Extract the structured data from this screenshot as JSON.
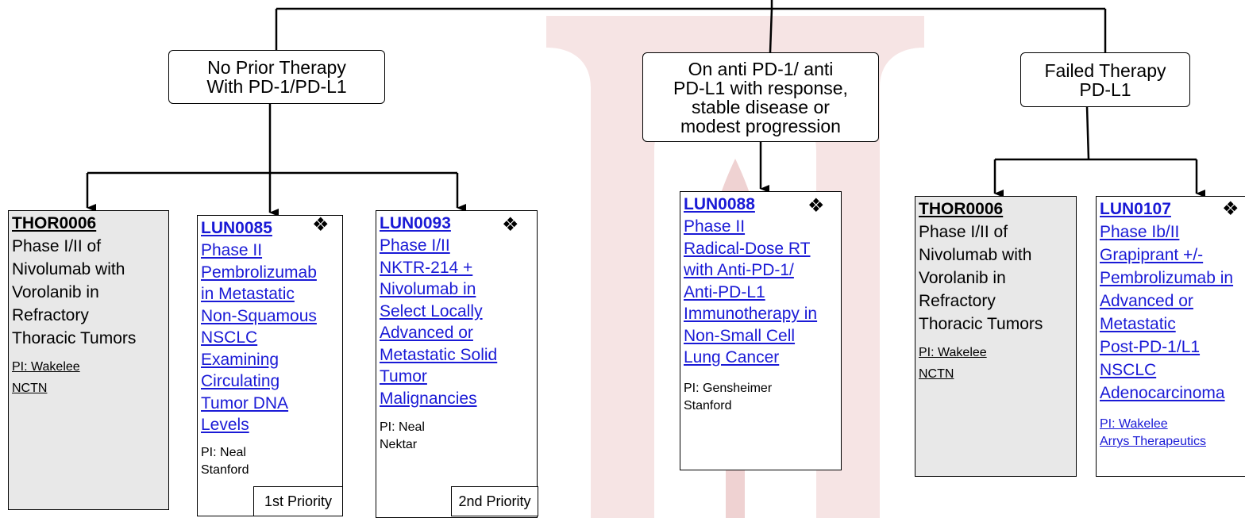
{
  "colors": {
    "link": "#1a1ad6",
    "gray_card": "#e8e8e8",
    "watermark": "#f3dede"
  },
  "branches": [
    {
      "label": "No Prior Therapy\nWith PD-1/PD-L1"
    },
    {
      "label": "On anti PD-1/ anti\nPD-L1 with response,\nstable disease or\nmodest progression"
    },
    {
      "label": "Failed Therapy\nPD-L1"
    }
  ],
  "trials": [
    {
      "id": "THOR0006",
      "title": "Phase I/II of\nNivolumab with\nVorolanib in\nRefractory\nThoracic Tumors",
      "pi": "PI: Wakelee",
      "sponsor": "NCTN"
    },
    {
      "id": "LUN0085",
      "title": "Phase II\nPembrolizumab\nin Metastatic\nNon-Squamous\nNSCLC\nExamining\nCirculating\nTumor DNA\nLevels",
      "pi": "PI: Neal\nStanford",
      "marker_icon": "diamond-suit-icon",
      "priority": "1st Priority"
    },
    {
      "id": "LUN0093",
      "title": "Phase I/II\nNKTR-214 +\nNivolumab in\nSelect Locally\nAdvanced or\nMetastatic Solid\nTumor\nMalignancies",
      "pi": "PI: Neal\nNektar",
      "marker_icon": "diamond-suit-icon",
      "priority": "2nd Priority"
    },
    {
      "id": "LUN0088",
      "title": "Phase II\nRadical-Dose RT\nwith Anti-PD-1/\nAnti-PD-L1\nImmunotherapy in\nNon-Small Cell\nLung Cancer",
      "pi": "PI: Gensheimer\nStanford",
      "marker_icon": "diamond-suit-icon"
    },
    {
      "id": "THOR0006",
      "title": "Phase I/II of\nNivolumab with\nVorolanib in\nRefractory\nThoracic Tumors",
      "pi": "PI: Wakelee",
      "sponsor": "NCTN"
    },
    {
      "id": "LUN0107",
      "title": "Phase Ib/II\nGrapiprant +/-\nPembrolizumab in\nAdvanced or\nMetastatic\nPost-PD-1/L1\nNSCLC\nAdenocarcinoma",
      "pi": "PI: Wakelee",
      "sponsor": "Arrys Therapeutics",
      "marker_icon": "diamond-suit-icon"
    }
  ]
}
